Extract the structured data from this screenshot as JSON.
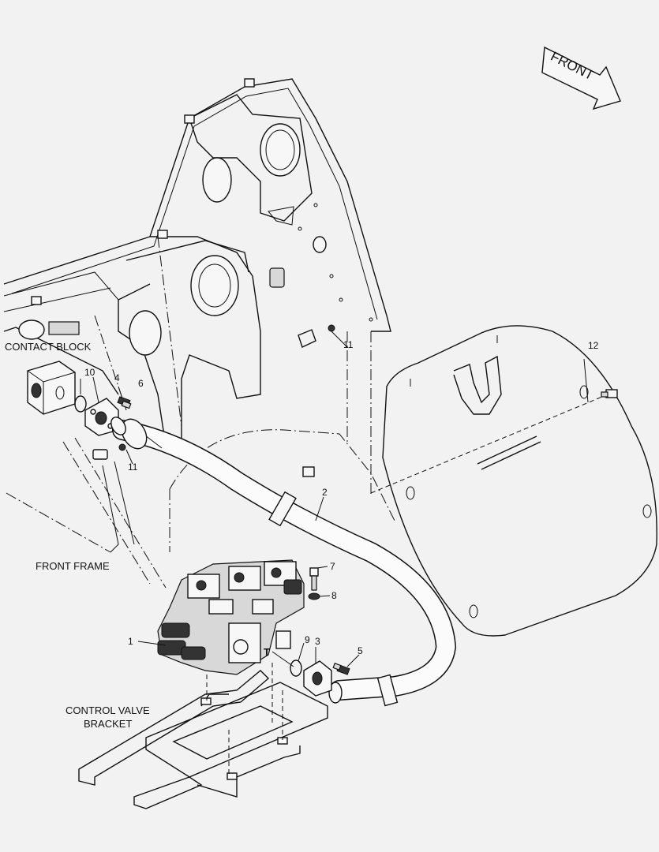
{
  "labels": {
    "front_arrow": "FRONT",
    "contact_block": "CONTACT BLOCK",
    "front_frame": "FRONT FRAME",
    "control_valve_line1": "CONTROL VALVE",
    "control_valve_line2": "BRACKET",
    "port_t": "T"
  },
  "callouts": {
    "c1": "1",
    "c2": "2",
    "c3": "3",
    "c4": "4",
    "c5": "5",
    "c6": "6",
    "c7": "7",
    "c8": "8",
    "c9": "9",
    "c10": "10",
    "c11a": "11",
    "c11b": "11",
    "c12": "12"
  }
}
